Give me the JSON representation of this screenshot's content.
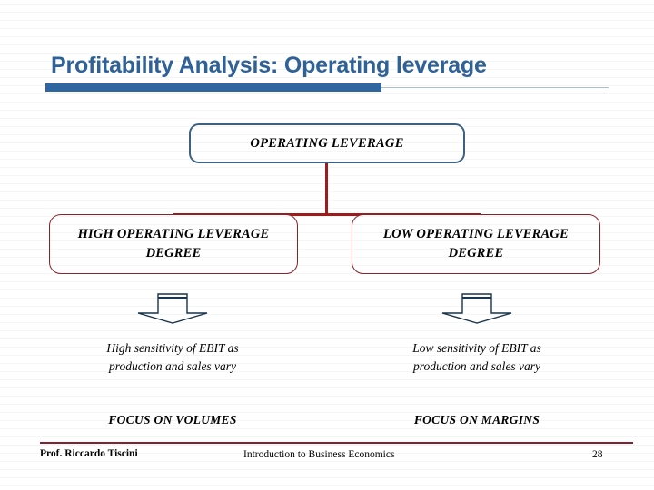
{
  "slide": {
    "title": "Profitability Analysis: Operating leverage",
    "accent_blue": "#2e6198",
    "accent_red": "#9e1b1b",
    "box_border_blue": "#3d6281",
    "box_border_red": "#8a2028",
    "arrow_navy": "#17344a",
    "footer_rule_red": "#8a1f2b"
  },
  "diagram": {
    "root": {
      "label": "OPERATING LEVERAGE"
    },
    "branches": [
      {
        "id": "high",
        "box_label": "HIGH OPERATING LEVERAGE DEGREE",
        "box_line1": "HIGH OPERATING LEVERAGE",
        "box_line2": "DEGREE",
        "caption_line1": "High sensitivity of EBIT as",
        "caption_line2": "production and sales vary",
        "focus": "FOCUS ON VOLUMES"
      },
      {
        "id": "low",
        "box_label": "LOW OPERATING LEVERAGE DEGREE",
        "box_line1": "LOW OPERATING LEVERAGE",
        "box_line2": "DEGREE",
        "caption_line1": "Low sensitivity of EBIT as",
        "caption_line2": "production and sales vary",
        "focus": "FOCUS ON MARGINS"
      }
    ]
  },
  "footer": {
    "author": "Prof. Riccardo Tiscini",
    "course": "Introduction to Business Economics",
    "page_number": "28"
  }
}
